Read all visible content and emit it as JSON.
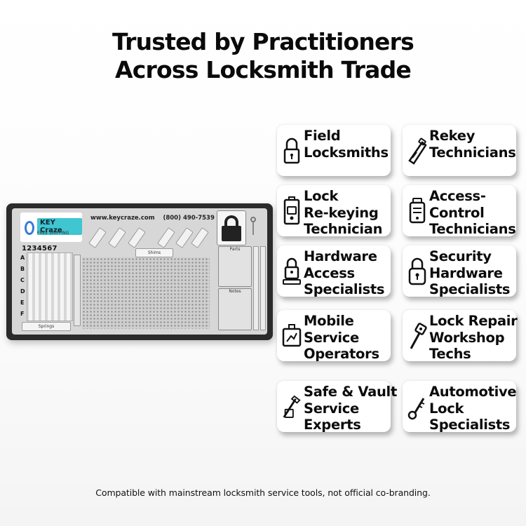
{
  "headline": {
    "line1": "Trusted by Practitioners",
    "line2": "Across Locksmith Trade"
  },
  "product": {
    "website": "www.keycraze.com",
    "phone": "(800) 490-7539",
    "brand": "KEY Craze",
    "brand_sub": "FREE SHIPPING",
    "pin_numbers": "1234567",
    "row_letters": [
      "A",
      "B",
      "C",
      "D",
      "E",
      "F"
    ],
    "labels": {
      "shims": "Shims",
      "springs": "Springs",
      "parts": "Parts",
      "notes": "Notes"
    }
  },
  "cards": [
    {
      "id": "field-locksmiths",
      "icon": "padlock-icon",
      "lines": [
        "Field",
        "Locksmiths"
      ]
    },
    {
      "id": "rekey-technicians",
      "icon": "rekey-tool-icon",
      "lines": [
        "Rekey",
        "Technicians"
      ]
    },
    {
      "id": "lock-rekeying-technician",
      "icon": "door-lock-icon",
      "lines": [
        "Lock",
        "Re-keying",
        "Technician"
      ]
    },
    {
      "id": "access-control-technicians",
      "icon": "access-control-icon",
      "lines": [
        "Access-",
        "Control",
        "Technicians"
      ]
    },
    {
      "id": "hardware-access-specialists",
      "icon": "padlock-stand-icon",
      "lines": [
        "Hardware",
        "Access",
        "Specialists"
      ]
    },
    {
      "id": "security-hardware-specialists",
      "icon": "security-lock-icon",
      "lines": [
        "Security",
        "Hardware",
        "Specialists"
      ]
    },
    {
      "id": "mobile-service-operators",
      "icon": "mobile-device-icon",
      "lines": [
        "Mobile",
        "Service",
        "Operators"
      ]
    },
    {
      "id": "lock-repair-workshop-techs",
      "icon": "repair-tool-icon",
      "lines": [
        "Lock Repair",
        "Workshop",
        "Techs"
      ]
    },
    {
      "id": "safe-vault-service-experts",
      "icon": "safe-tools-icon",
      "lines": [
        "Safe & Vault",
        "Service",
        "Experts"
      ]
    },
    {
      "id": "automotive-lock-specialists",
      "icon": "car-key-icon",
      "lines": [
        "Automotive",
        "Lock",
        "Specialists"
      ]
    }
  ],
  "footnote": "Compatible with mainstream locksmith service tools, not official co-branding."
}
